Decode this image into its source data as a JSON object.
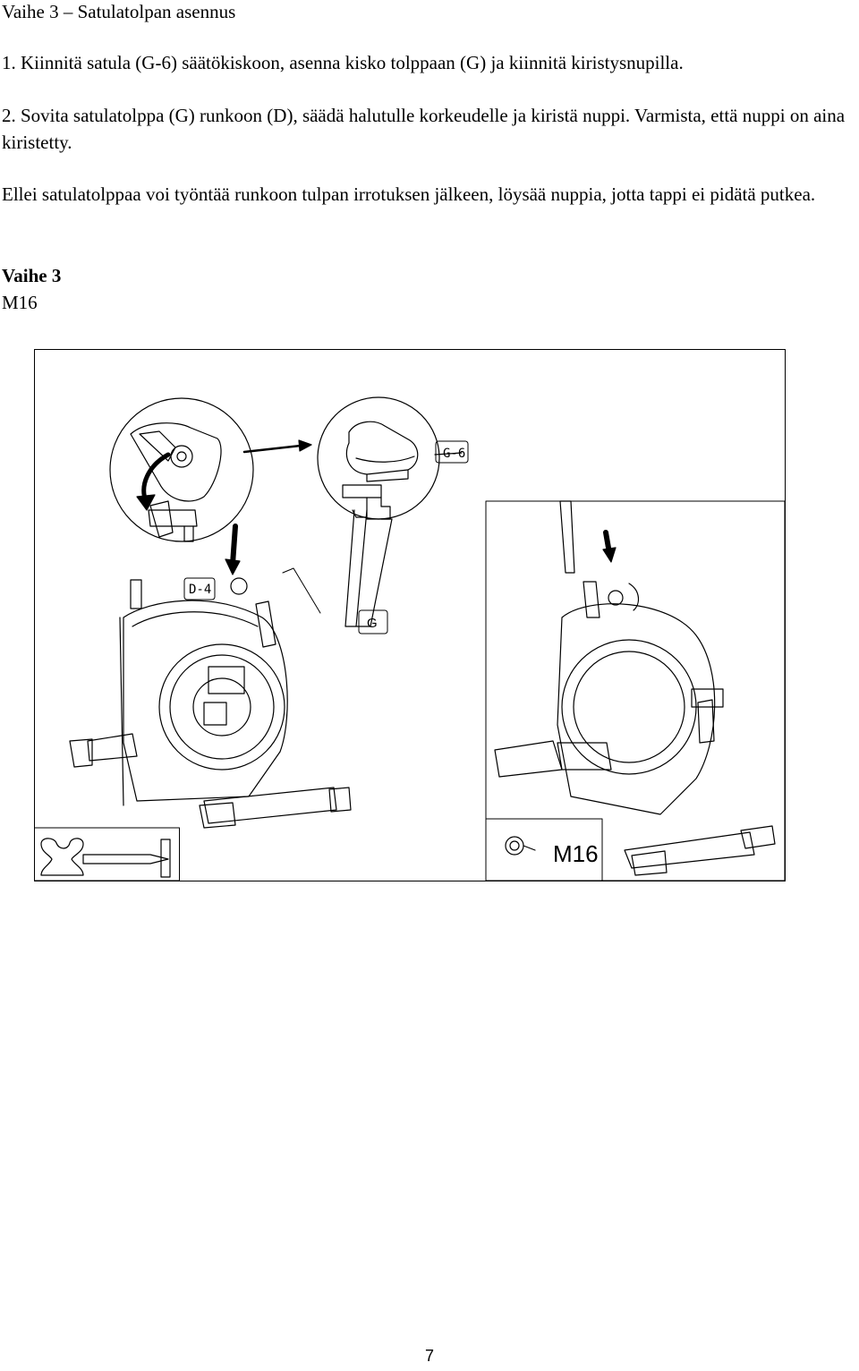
{
  "heading": "Vaihe 3 – Satulatolpan asennus",
  "instructions": {
    "step1": "1. Kiinnitä satula (G-6) säätökiskoon, asenna kisko tolppaan (G) ja kiinnitä kiristysnupilla.",
    "step2": "2. Sovita satulatolppa (G) runkoon (D), säädä halutulle korkeudelle ja kiristä nuppi. Varmista, että nuppi on aina kiristetty.",
    "note": "Ellei satulatolppaa voi työntää runkoon tulpan irrotuksen jälkeen, löysää nuppia, jotta tappi ei pidätä putkea."
  },
  "figure_caption": {
    "title": "Vaihe 3",
    "size": "M16"
  },
  "figure": {
    "labels": {
      "saddle": "G-6",
      "frame": "D-4",
      "post": "G",
      "knob_size": "M16"
    }
  },
  "page_number": "7"
}
